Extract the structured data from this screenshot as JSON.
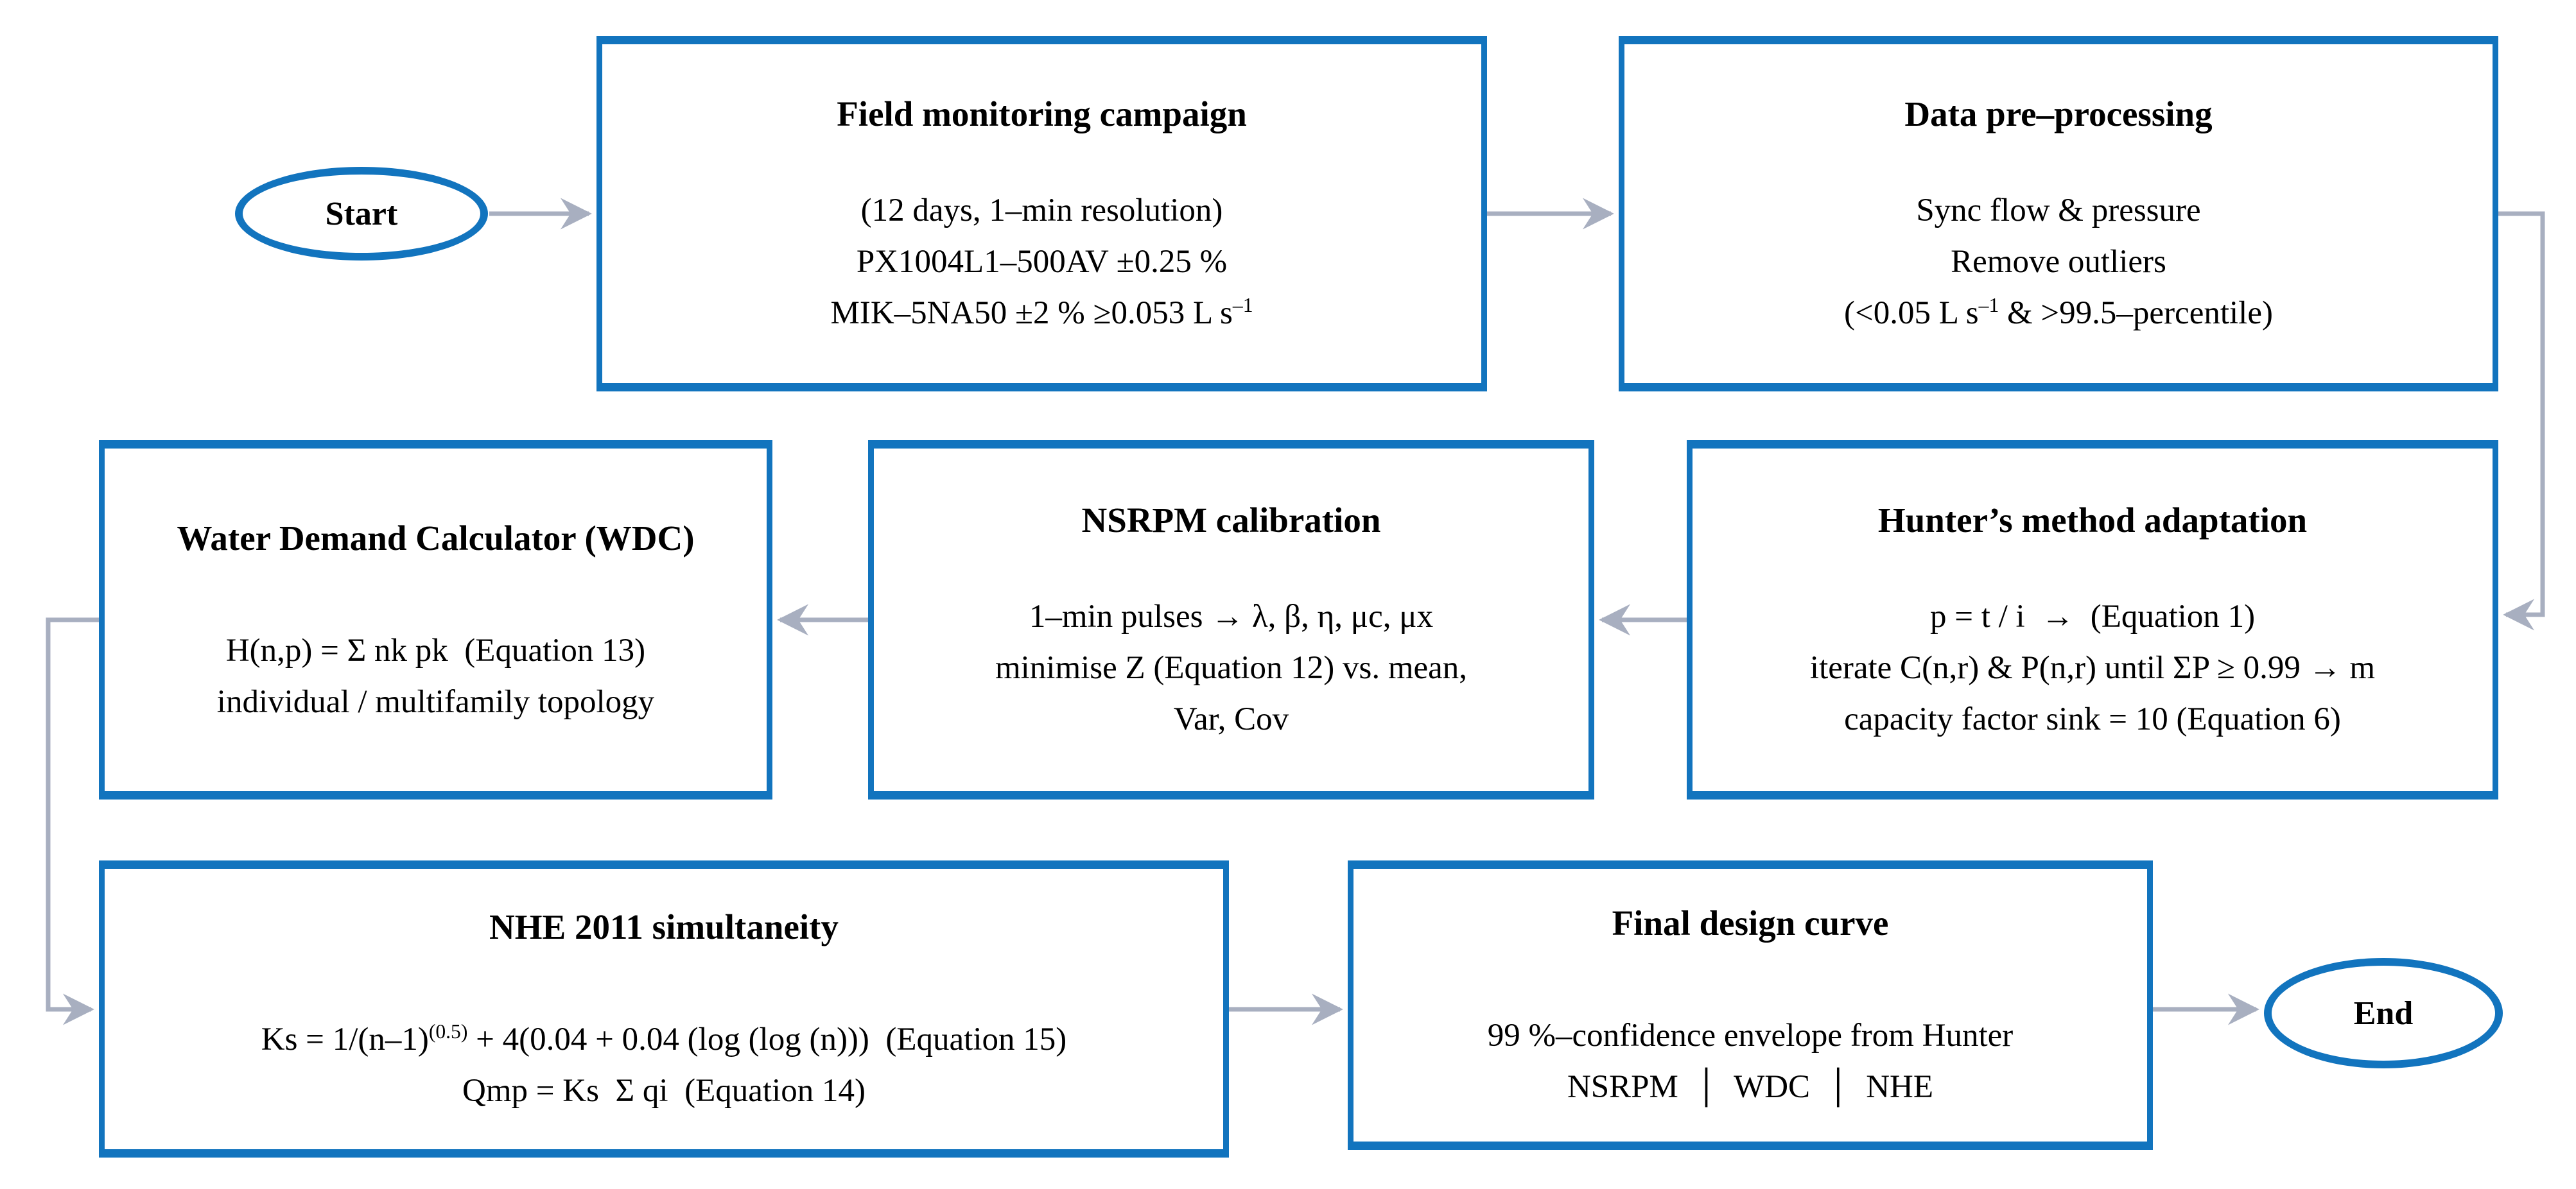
{
  "flow": {
    "colors": {
      "box_border": "#1274BE",
      "connector": "#A8AFC0",
      "text": "#000000",
      "background": "#FFFFFF"
    },
    "terminators": {
      "start": "Start",
      "end": "End"
    },
    "nodes": [
      {
        "id": "field-monitoring-campaign",
        "title": "Field monitoring campaign",
        "lines": [
          "(12 days, 1–min resolution)",
          "PX1004L1–500AV ±0.25 %",
          "MIK–5NA50 ±2 % ≥0.053 L s^{–1}"
        ]
      },
      {
        "id": "data-pre-processing",
        "title": "Data pre–processing",
        "lines": [
          "Sync flow & pressure",
          "Remove outliers",
          "(<0.05 L s^{–1} & >99.5–percentile)"
        ]
      },
      {
        "id": "hunters-method-adaptation",
        "title": "Hunter’s method adaptation",
        "lines": [
          "p = t / i  →  (Equation 1)",
          "iterate C(n,r) & P(n,r) until ΣP ≥ 0.99 → m",
          "capacity factor sink = 10 (Equation 6)"
        ]
      },
      {
        "id": "nsrpm-calibration",
        "title": "NSRPM calibration",
        "lines": [
          "1–min pulses → λ, β, η, μc, μx",
          "minimise Z (Equation 12) vs. mean,",
          "Var, Cov"
        ]
      },
      {
        "id": "water-demand-calculator",
        "title": "Water Demand Calculator (WDC)",
        "lines": [
          "H(n,p) = Σ nk pk  (Equation 13)",
          "individual / multifamily topology"
        ]
      },
      {
        "id": "nhe-2011-simultaneity",
        "title": "NHE 2011 simultaneity",
        "lines": [
          "Ks = 1/(n–1)^{(0.5)} + 4(0.04 + 0.04 (log (log (n)))  (Equation 15)",
          "Qmp = Ks  Σ qi  (Equation 14)"
        ]
      },
      {
        "id": "final-design-curve",
        "title": "Final design curve",
        "lines": [
          "99 %–confidence envelope from Hunter",
          "NSRPM  │  WDC  │  NHE"
        ]
      }
    ]
  }
}
